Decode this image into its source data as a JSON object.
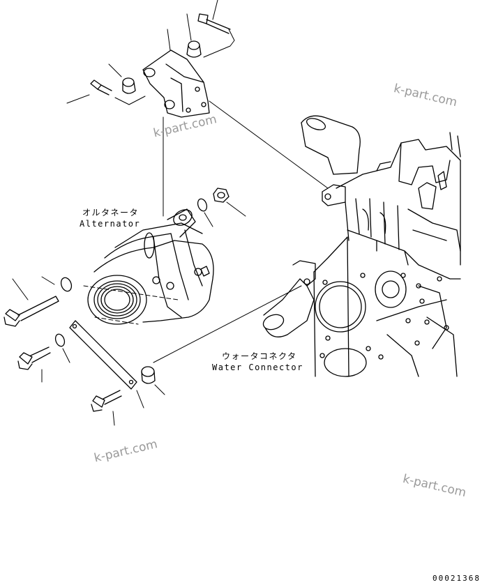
{
  "labels": {
    "alternator_jp": "オルタネータ",
    "alternator_en": "Alternator",
    "water_connector_jp": "ウォータコネクタ",
    "water_connector_en": "Water Connector"
  },
  "watermark": "k-part.com",
  "drawing_code": "00021368"
}
